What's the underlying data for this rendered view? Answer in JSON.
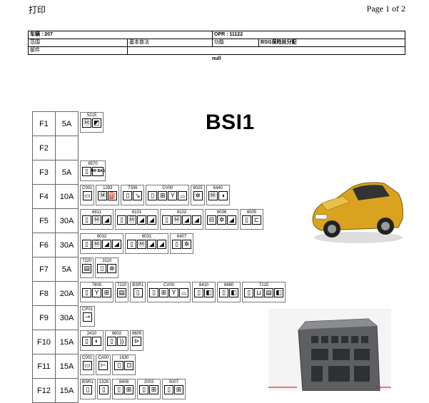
{
  "header": {
    "print_label": "打印",
    "page_label": "Page 1 of 2"
  },
  "info": {
    "vehicle": "车辆 : 207",
    "opr": "OPR : 11122",
    "scope_label": "范围",
    "scope_value": "基本普法",
    "function_label": "功能",
    "function_value": "BSI1保险丝分配",
    "part_label": "部件",
    "null_text": "null"
  },
  "title": "BSI1",
  "fuses": [
    {
      "id": "F1",
      "amp": "5A",
      "components": [
        {
          "code": "5215",
          "icons": [
            "motor-icon",
            "tailgate-icon"
          ]
        }
      ]
    },
    {
      "id": "F2",
      "amp": "",
      "components": []
    },
    {
      "id": "F3",
      "amp": "5A",
      "components": [
        {
          "code": "6570",
          "icons": [
            "connector-icon",
            "airbag-icon"
          ]
        }
      ]
    },
    {
      "id": "F4",
      "amp": "10A",
      "components": [
        {
          "code": "C001",
          "icons": [
            "diag-icon"
          ]
        },
        {
          "code": "1283",
          "icons": [
            "motor-icon",
            "fuel-icon"
          ]
        },
        {
          "code": "7306",
          "icons": [
            "connector-icon",
            "pedal-icon"
          ]
        },
        {
          "code": "CV00",
          "icons": [
            "connector-icon",
            "module-icon",
            "antenna-icon",
            "wiper-icon"
          ]
        },
        {
          "code": "8025",
          "icons": [
            "gear-icon"
          ]
        },
        {
          "code": "6440",
          "icons": [
            "motor-icon",
            "half-circle-icon"
          ]
        }
      ]
    },
    {
      "id": "F5",
      "amp": "30A",
      "components": [
        {
          "code": "6811",
          "icons": [
            "connector-icon",
            "motor-icon",
            "window-icon"
          ]
        },
        {
          "code": "6101",
          "icons": [
            "connector-icon",
            "motor-icon",
            "window-icon",
            "window-icon"
          ]
        },
        {
          "code": "6102",
          "icons": [
            "connector-icon",
            "motor-icon",
            "window-icon",
            "window-icon"
          ]
        },
        {
          "code": "6036",
          "icons": [
            "car-lock-icon",
            "gear-icon",
            "window-icon"
          ]
        },
        {
          "code": "6005",
          "icons": [
            "connector-icon",
            "door-icon"
          ]
        }
      ]
    },
    {
      "id": "F6",
      "amp": "30A",
      "components": [
        {
          "code": "6032",
          "icons": [
            "connector-icon",
            "motor-icon",
            "window-icon",
            "window-icon"
          ]
        },
        {
          "code": "6031",
          "icons": [
            "connector-icon",
            "motor-icon",
            "window-icon",
            "window-icon"
          ]
        },
        {
          "code": "6407",
          "icons": [
            "connector-icon",
            "gear-icon"
          ]
        }
      ]
    },
    {
      "id": "F7",
      "amp": "5A",
      "components": [
        {
          "code": "7220",
          "icons": [
            "display-icon"
          ]
        },
        {
          "code": "3110",
          "icons": [
            "connector-icon",
            "cross-icon"
          ]
        }
      ]
    },
    {
      "id": "F8",
      "amp": "20A",
      "components": [
        {
          "code": "7600",
          "icons": [
            "connector-icon",
            "antenna-icon",
            "module-icon"
          ]
        },
        {
          "code": "7220",
          "icons": [
            "display-icon"
          ]
        },
        {
          "code": "BSR1",
          "icons": [
            "connector-icon"
          ]
        },
        {
          "code": "CV00",
          "icons": [
            "connector-icon",
            "module-icon",
            "antenna-icon",
            "wiper-icon"
          ]
        },
        {
          "code": "8410",
          "icons": [
            "connector-icon",
            "speaker-icon"
          ]
        },
        {
          "code": "8480",
          "icons": [
            "connector-icon",
            "speaker-icon"
          ]
        },
        {
          "code": "7215",
          "icons": [
            "connector-icon",
            "dash-icon",
            "display-icon",
            "speaker-icon"
          ]
        }
      ]
    },
    {
      "id": "F9",
      "amp": "30A",
      "components": [
        {
          "code": "CP01",
          "icons": [
            "plug-icon"
          ]
        }
      ]
    },
    {
      "id": "F10",
      "amp": "15A",
      "components": [
        {
          "code": "2410",
          "icons": [
            "connector-icon",
            "headlight-icon"
          ]
        },
        {
          "code": "8602",
          "icons": [
            "connector-icon",
            "siren-icon"
          ]
        },
        {
          "code": "8605",
          "icons": [
            "horn-icon"
          ]
        }
      ]
    },
    {
      "id": "F11",
      "amp": "15A",
      "components": [
        {
          "code": "C001",
          "icons": [
            "diag-icon"
          ]
        },
        {
          "code": "CA00",
          "icons": [
            "key-icon"
          ]
        },
        {
          "code": "1630",
          "icons": [
            "connector-icon",
            "gearbox-icon"
          ]
        }
      ]
    },
    {
      "id": "F12",
      "amp": "15A",
      "components": [
        {
          "code": "BSR1",
          "icons": [
            "connector-icon"
          ]
        },
        {
          "code": "1326",
          "icons": [
            "connector-icon"
          ]
        },
        {
          "code": "8408",
          "icons": [
            "connector-icon",
            "module-icon"
          ]
        },
        {
          "code": "2003",
          "icons": [
            "connector-icon",
            "module-icon"
          ]
        },
        {
          "code": "5007",
          "icons": [
            "connector-icon",
            "module-icon"
          ]
        }
      ]
    }
  ],
  "icon_glyphs": {
    "motor-icon": "Ⓜ",
    "tailgate-icon": "◩",
    "connector-icon": "▯",
    "airbag-icon": "AIR BAG",
    "diag-icon": "▭",
    "fuel-icon": "⛽",
    "pedal-icon": "↘",
    "module-icon": "⊞",
    "antenna-icon": "Y",
    "wiper-icon": "⌓",
    "gear-icon": "✲",
    "half-circle-icon": "◑",
    "window-icon": "◢",
    "car-lock-icon": "⊟",
    "door-icon": "⊏",
    "display-icon": "▤",
    "cross-icon": "⊗",
    "speaker-icon": "◧",
    "dash-icon": "⊔",
    "plug-icon": "⊸",
    "headlight-icon": "◐",
    "siren-icon": "))",
    "horn-icon": "⊳",
    "key-icon": "⊢",
    "gearbox-icon": "⊡"
  },
  "colors": {
    "car_body": "#d9a21f",
    "grid_border": "#666666"
  }
}
